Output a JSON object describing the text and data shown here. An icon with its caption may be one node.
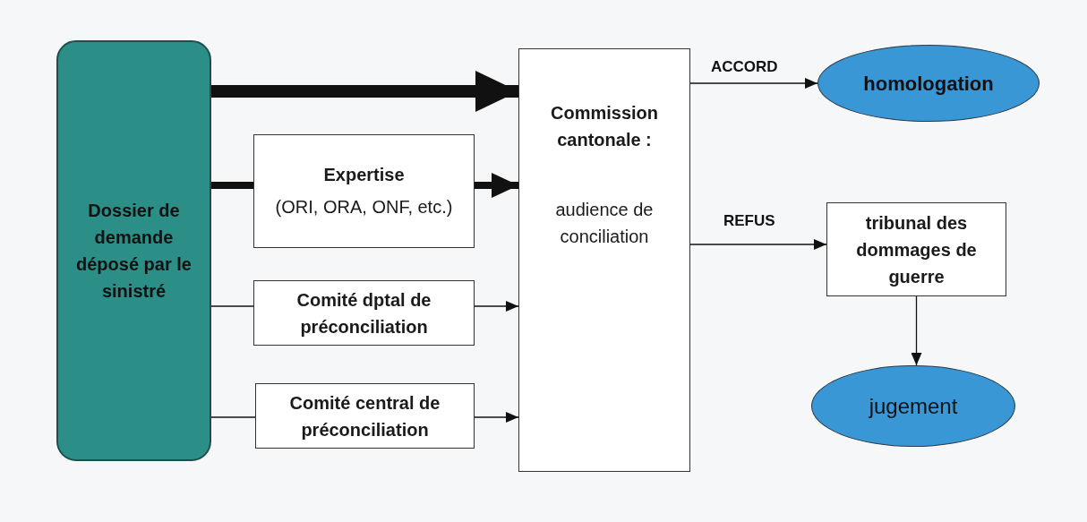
{
  "diagram": {
    "nodes": [
      {
        "text": [
          "Dossier de demande déposé par le sinistré"
        ]
      },
      {
        "text": [
          "Expertise",
          "(ORI, ORA, ONF, etc.)"
        ]
      },
      {
        "text": [
          "Comité dptal de préconciliation"
        ]
      },
      {
        "text": [
          "Comité central de préconciliation"
        ]
      },
      {
        "text": [
          "Commission cantonale :",
          "audience de conciliation"
        ]
      },
      {
        "text": [
          "homologation"
        ]
      },
      {
        "text": [
          "tribunal des dommages de guerre"
        ]
      },
      {
        "text": [
          "jugement"
        ]
      }
    ],
    "edges": [
      {
        "from": 0,
        "to": 4,
        "arrow": "to",
        "style": "thick"
      },
      {
        "from": 0,
        "to": 1,
        "arrow": "none",
        "style": "thick"
      },
      {
        "from": 1,
        "to": 4,
        "arrow": "to",
        "style": "thick"
      },
      {
        "from": 0,
        "to": 2,
        "arrow": "none"
      },
      {
        "from": 2,
        "to": 4,
        "arrow": "to"
      },
      {
        "from": 0,
        "to": 3,
        "arrow": "none"
      },
      {
        "from": 3,
        "to": 4,
        "arrow": "to"
      },
      {
        "from": 4,
        "to": 5,
        "arrow": "to",
        "label": "ACCORD"
      },
      {
        "from": 4,
        "to": 6,
        "arrow": "to",
        "label": "REFUS"
      },
      {
        "from": 6,
        "to": 7,
        "arrow": "to"
      }
    ]
  }
}
